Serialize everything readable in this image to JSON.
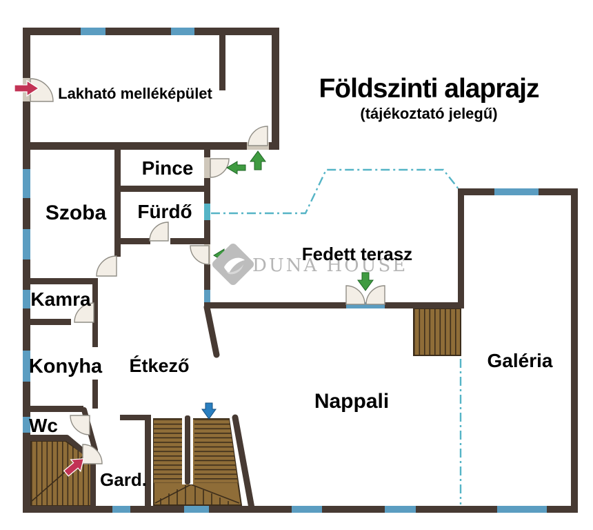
{
  "title": "Földszinti alaprajz",
  "subtitle": "(tájékoztató jelegű)",
  "watermark": {
    "brand": "DUNA HOUSE"
  },
  "rooms": {
    "outbuilding": "Lakható melléképület",
    "pince": "Pince",
    "szoba": "Szoba",
    "furdo": "Fürdő",
    "kamra": "Kamra",
    "konyha": "Konyha",
    "wc": "Wc",
    "etkezo": "Étkező",
    "gard": "Gard.",
    "nappali": "Nappali",
    "terasz": "Fedett terasz",
    "galeria": "Galéria"
  },
  "colors": {
    "wall": "#473a33",
    "window": "#5b9dc1",
    "teal": "#55b4c6",
    "door": "#f3eee6",
    "stairs": "#8f6d38",
    "stairline": "#3c2d1b",
    "green": "#3f9b41",
    "greendark": "#1c6423",
    "bluearrow": "#2a7fc0",
    "red": "#c23355",
    "watermark": "#b5b5b5"
  }
}
